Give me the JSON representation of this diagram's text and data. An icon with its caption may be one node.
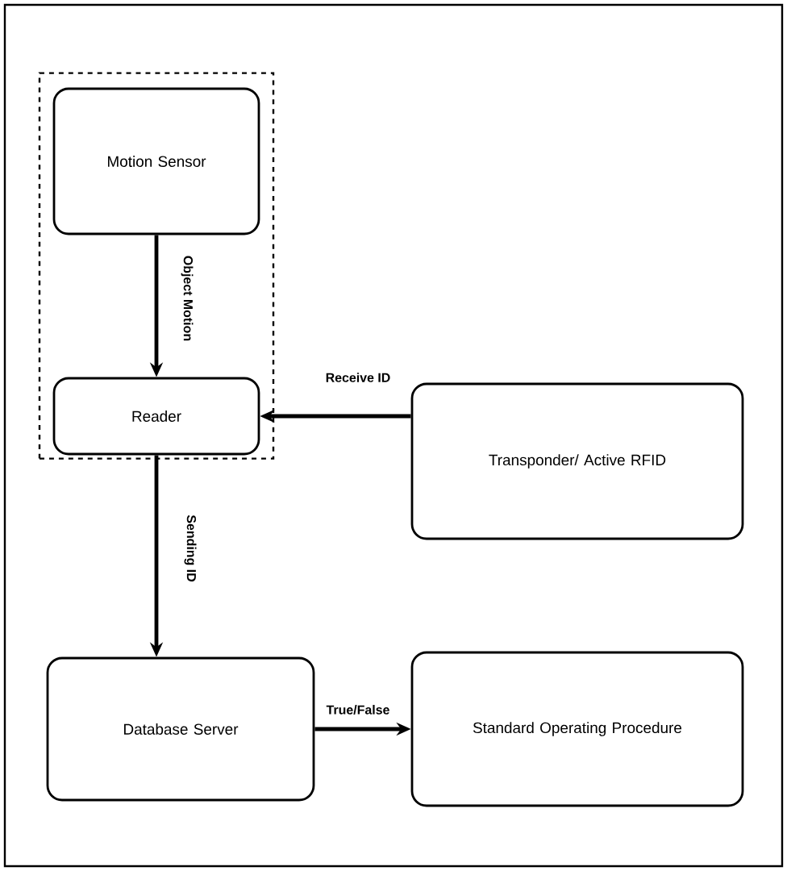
{
  "diagram": {
    "nodes": [
      {
        "text": [],
        "shape": "box"
      },
      {
        "text": [
          "Motion Sensor"
        ],
        "in": 0
      },
      {
        "text": [
          "Reader"
        ],
        "in": 0
      },
      {
        "text": [
          "Transponder/ Active RFID"
        ]
      },
      {
        "text": [
          "Database Server"
        ]
      },
      {
        "text": [
          "Standard Operating Procedure"
        ]
      }
    ],
    "edges": [
      {
        "from": 1,
        "to": 2,
        "arrow": "to",
        "label": "Object Motion"
      },
      {
        "from": 3,
        "to": 2,
        "arrow": "to",
        "label": "Receive ID"
      },
      {
        "from": 2,
        "to": 4,
        "arrow": "to",
        "label": "Sending ID"
      },
      {
        "from": 4,
        "to": 5,
        "arrow": "to",
        "label": "True/False"
      }
    ]
  }
}
